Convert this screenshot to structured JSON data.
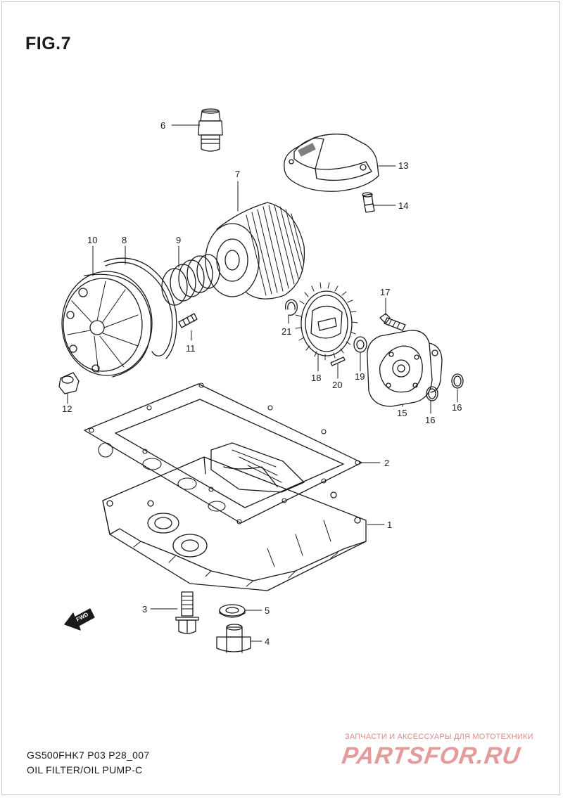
{
  "figure": {
    "title": "FIG.7"
  },
  "parts": [
    {
      "no": "1",
      "desc": "oil-pan"
    },
    {
      "no": "2",
      "desc": "oil-pan-gasket"
    },
    {
      "no": "3",
      "desc": "bolt"
    },
    {
      "no": "4",
      "desc": "drain-plug"
    },
    {
      "no": "5",
      "desc": "gasket"
    },
    {
      "no": "6",
      "desc": "plug"
    },
    {
      "no": "7",
      "desc": "oil-filter"
    },
    {
      "no": "8",
      "desc": "o-ring"
    },
    {
      "no": "9",
      "desc": "spring"
    },
    {
      "no": "10",
      "desc": "filter-cap"
    },
    {
      "no": "11",
      "desc": "stud"
    },
    {
      "no": "12",
      "desc": "nut"
    },
    {
      "no": "13",
      "desc": "cover"
    },
    {
      "no": "14",
      "desc": "bolt"
    },
    {
      "no": "15",
      "desc": "oil-pump"
    },
    {
      "no": "16",
      "desc": "o-ring"
    },
    {
      "no": "16",
      "desc": "o-ring"
    },
    {
      "no": "17",
      "desc": "screw"
    },
    {
      "no": "18",
      "desc": "pump-gear"
    },
    {
      "no": "19",
      "desc": "washer"
    },
    {
      "no": "20",
      "desc": "pin"
    },
    {
      "no": "21",
      "desc": "circlip"
    }
  ],
  "fwd_label": "FWD",
  "footer": {
    "model": "GS500FHK7 P03 P28_007",
    "title": "OIL FILTER/OIL PUMP-C"
  },
  "watermark": {
    "tagline": "ЗАПЧАСТИ И АКСЕССУАРЫ ДЛЯ МОТОТЕХНИКИ",
    "logo": "PARTSFOR.RU",
    "color": "#e59b9b"
  }
}
